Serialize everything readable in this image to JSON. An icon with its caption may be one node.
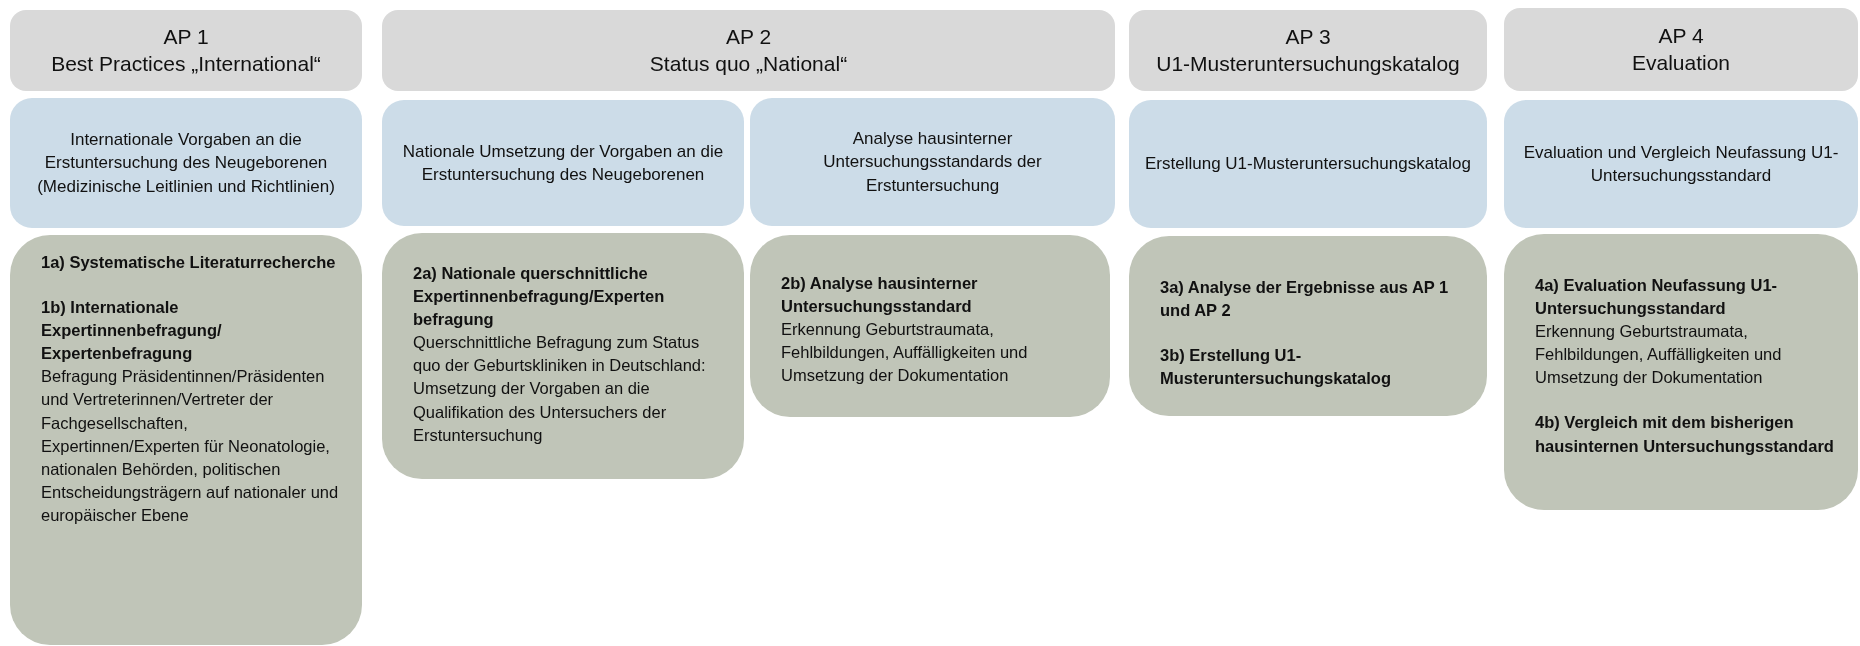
{
  "diagram": {
    "nodes": [
      {
        "text": [
          "AP 1",
          "Best Practices „International“"
        ]
      },
      {
        "text": [
          "AP 2",
          "Status quo „National“"
        ]
      },
      {
        "text": [
          "AP 3",
          "U1-Musteruntersuchungskatalog"
        ]
      },
      {
        "text": [
          "AP 4",
          "Evaluation"
        ]
      },
      {
        "text": [
          "Internationale Vorgaben an die Erstuntersuchung des Neugeborenen (Medizinische Leitlinien und Richtlinien)"
        ]
      },
      {
        "text": [
          "Nationale Umsetzung der Vorgaben an die Erstuntersuchung des Neugeborenen"
        ]
      },
      {
        "text": [
          "Analyse hausinterner Untersuchungsstandards der Erstuntersuchung"
        ]
      },
      {
        "text": [
          "Erstellung U1-Musteruntersuchungskatalog"
        ]
      },
      {
        "text": [
          "Evaluation und Vergleich Neufassung U1-Untersuchungsstandard"
        ]
      },
      {
        "text": [
          "1a) Systematische Literaturrecherche",
          "**1b) Internationale Expertinnenbefragung/ Expertenbefragung** Befragung Präsidentinnen/Präsidenten und Vertreterinnen/Vertreter der Fachgesellschaften, Expertinnen/Experten für Neonatologie, nationalen Behörden, politischen Entscheidungsträgern auf nationaler und europäischer Ebene"
        ]
      },
      {
        "text": [
          "**2a) Nationale querschnittliche Expertinnenbefragung/Experten befragung** Querschnittliche Befragung zum Status quo der Geburtskliniken in Deutschland: Umsetzung der Vorgaben an die Qualifikation des Untersuchers der Erstuntersuchung"
        ]
      },
      {
        "text": [
          "**2b) Analyse hausinterner Untersuchungsstandard** Erkennung Geburtstraumata, Fehlbildungen, Auffälligkeiten und Umsetzung der Dokumentation"
        ]
      },
      {
        "text": [
          "3a) Analyse der Ergebnisse aus AP 1 und AP 2",
          "3b) Erstellung U1-Musteruntersuchungskatalog"
        ]
      },
      {
        "text": [
          "**4a) Evaluation Neufassung U1-Untersuchungsstandard** Erkennung Geburtstraumata, Fehlbildungen, Auffälligkeiten und Umsetzung der Dokumentation",
          "4b) Vergleich mit dem bisherigen hausinternen Untersuchungsstandard"
        ]
      }
    ]
  }
}
